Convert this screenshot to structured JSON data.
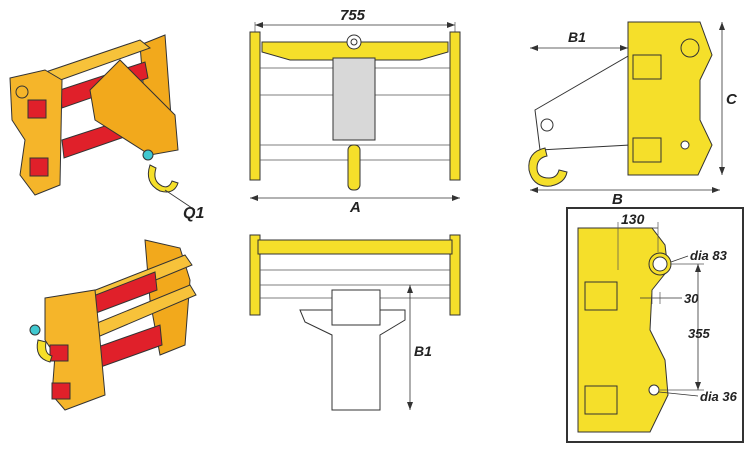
{
  "labels": {
    "q1": "Q1",
    "width_755": "755",
    "dim_a": "A",
    "dim_b1_top": "B1",
    "dim_b": "B",
    "dim_c": "C",
    "dim_b1_front": "B1",
    "dim_130": "130",
    "dim_dia83": "dia 83",
    "dim_30": "30",
    "dim_355": "355",
    "dim_dia36": "dia 36"
  },
  "colors": {
    "yellow": "#f5df2a",
    "orange": "#f2a91c",
    "red": "#e0202a",
    "grey": "#d8d8d8",
    "cyan": "#40c8d0"
  }
}
